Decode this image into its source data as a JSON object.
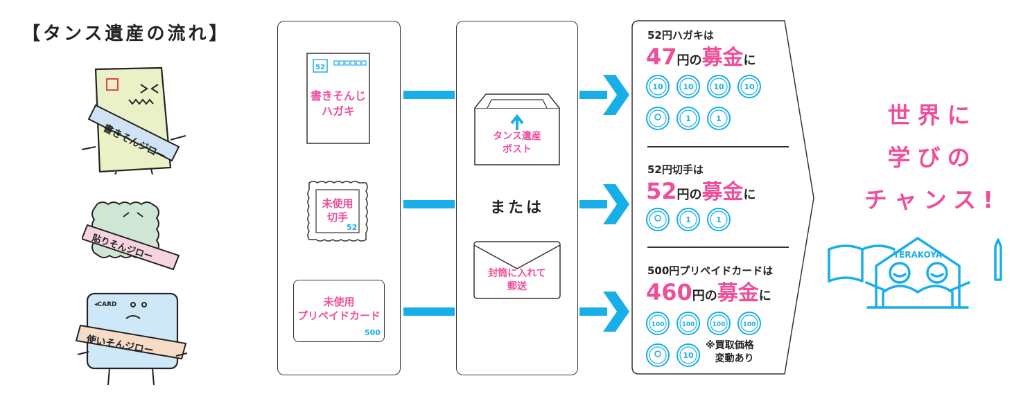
{
  "title": "【タンス遺産の流れ】",
  "characters": [
    {
      "name": "書きそんジロー",
      "color": "#eaf1c6",
      "sash": "#cfe3f5"
    },
    {
      "name": "貼りそんジロー",
      "color": "#cfe6d4",
      "sash": "#f6d3df"
    },
    {
      "name": "使いそんジロー",
      "color": "#cfe8f8",
      "sash": "#f6dcc6",
      "card_label": "◂CARD"
    }
  ],
  "items": {
    "postcard": {
      "label_line1": "書きそんじ",
      "label_line2": "ハガキ",
      "stamp_value": "52"
    },
    "stamp": {
      "label_line1": "未使用",
      "label_line2": "切手",
      "value": "52"
    },
    "card": {
      "label_line1": "未使用",
      "label_line2": "プリペイドカード",
      "value": "500"
    }
  },
  "methods": {
    "post_box": {
      "label_line1": "タンス遺産",
      "label_line2": "ポスト"
    },
    "or_text": "または",
    "envelope": {
      "label_line1": "封筒に入れて",
      "label_line2": "郵送"
    }
  },
  "results": [
    {
      "source": "52円ハガキは",
      "amount": "47",
      "yen": "円",
      "no": "の",
      "kin": "募金",
      "ni": "に",
      "coin_rows": [
        [
          "10",
          "10",
          "10",
          "10"
        ],
        [
          "5",
          "1",
          "1"
        ]
      ]
    },
    {
      "source": "52円切手は",
      "amount": "52",
      "yen": "円",
      "no": "の",
      "kin": "募金",
      "ni": "に",
      "coin_rows": [
        [
          "50",
          "1",
          "1"
        ]
      ]
    },
    {
      "source": "500円プリペイドカードは",
      "amount": "460",
      "yen": "円",
      "no": "の",
      "kin": "募金",
      "ni": "に",
      "coin_rows": [
        [
          "100",
          "100",
          "100",
          "100"
        ],
        [
          "50",
          "10"
        ]
      ]
    }
  ],
  "note": {
    "line1": "※買取価格",
    "line2": "変動あり"
  },
  "outcome": {
    "line1": "世界に",
    "line2": "学びの",
    "line3": "チャンス!"
  },
  "logo": {
    "text": "TERAKOYA"
  },
  "colors": {
    "accent_blue": "#18aee8",
    "accent_pink": "#ee4f9b",
    "outline": "#333333"
  }
}
